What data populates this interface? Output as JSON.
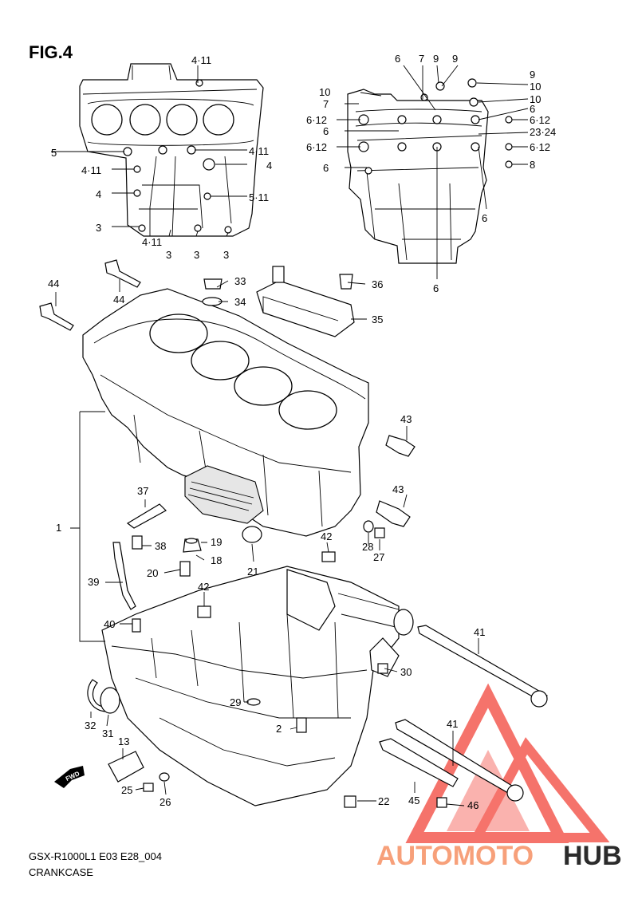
{
  "figure": {
    "title": "FIG.4"
  },
  "footer": {
    "model_code": "GSX-R1000L1 E03 E28_004",
    "section": "CRANKCASE"
  },
  "watermark": {
    "brand_left": "AUTOMOTO",
    "brand_right": "HUB",
    "color_left": "#f7a07a",
    "color_right": "#2b2b2b",
    "logo_color": "#f5736b"
  },
  "direction_badge": {
    "text": "FWD"
  },
  "upper_inset_labels": [
    "4·11",
    "5",
    "4·11",
    "4",
    "3",
    "4·11",
    "3",
    "3",
    "3",
    "4·11",
    "4",
    "5·11"
  ],
  "lower_inset_labels": [
    "6",
    "7",
    "9",
    "9",
    "10",
    "7",
    "6·12",
    "6",
    "6·12",
    "6",
    "9",
    "10",
    "10",
    "6",
    "6·12",
    "23·24",
    "6·12",
    "8",
    "6",
    "6"
  ],
  "main_labels": [
    "44",
    "44",
    "33",
    "34",
    "36",
    "35",
    "43",
    "43",
    "1",
    "37",
    "38",
    "19",
    "18",
    "20",
    "21",
    "42",
    "28",
    "27",
    "39",
    "42",
    "40",
    "41",
    "30",
    "29",
    "32",
    "31",
    "2",
    "13",
    "25",
    "26",
    "41",
    "45",
    "46",
    "22"
  ]
}
